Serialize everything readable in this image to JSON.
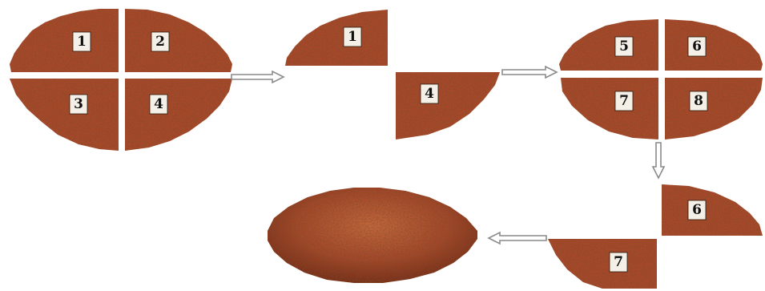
{
  "quarter_labels": {
    "q1": "1",
    "q2": "2",
    "q3": "3",
    "q4": "4",
    "q5": "5",
    "q6": "6",
    "q7": "7",
    "q8": "8"
  },
  "colors": {
    "sample": "#a8482a",
    "sample_dark": "#7a2e18",
    "sample_light": "#c96a40",
    "arrow_outline": "#8a8a8a"
  }
}
